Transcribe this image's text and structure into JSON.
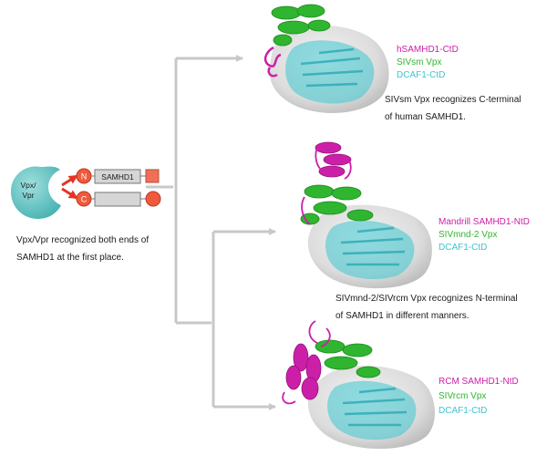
{
  "schematic": {
    "vpx_label_line1": "Vpx/",
    "vpx_label_line2": "Vpr",
    "n_label": "N",
    "c_label": "C",
    "samhd1_label": "SAMHD1",
    "caption_line1": "Vpx/Vpr recognized both ends of",
    "caption_line2": "SAMHD1 at the first place."
  },
  "structures": [
    {
      "labels": [
        "hSAMHD1-CtD",
        "SIVsm Vpx",
        "DCAF1-CtD"
      ],
      "caption_line1": "SIVsm Vpx recognizes C-terminal",
      "caption_line2": "of human SAMHD1."
    },
    {
      "labels": [
        "Mandrill SAMHD1-NtD",
        "SIVmnd-2 Vpx",
        "DCAF1-CtD"
      ],
      "caption_line1": "SIVmnd-2/SIVrcm Vpx recognizes N-terminal",
      "caption_line2": "of SAMHD1 in different manners."
    },
    {
      "labels": [
        "RCM SAMHD1-NtD",
        "SIVrcm Vpx",
        "DCAF1-CtD"
      ]
    }
  ],
  "colors": {
    "samhd1": "#cc1fa8",
    "vpx": "#2fb52f",
    "dcaf1": "#3cc6cf",
    "arrow_red": "#e53424",
    "connector_gray": "#c8c8c8",
    "vpx_blob": "#66c5c4",
    "n_c_circle": "#f05a3c",
    "terminal_box": "#f07057",
    "samhd1_box": "#d6d6d6"
  }
}
